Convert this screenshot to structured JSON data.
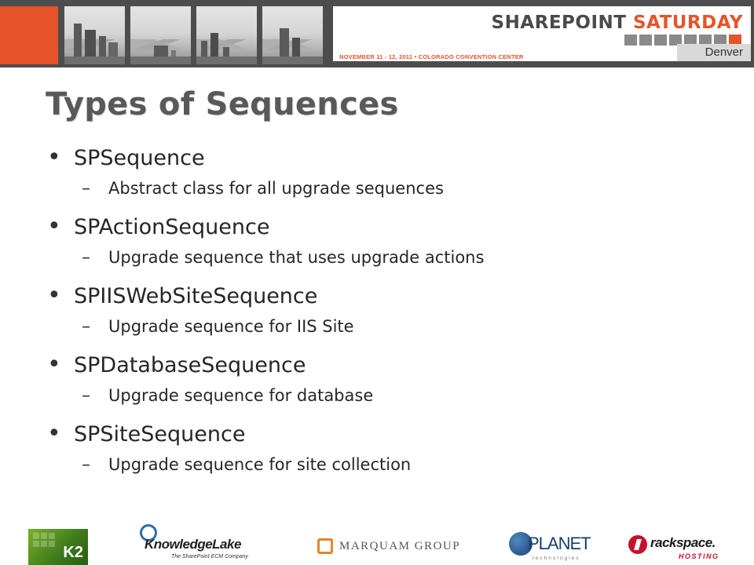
{
  "header": {
    "brand_part1": "SHAREPOINT",
    "brand_part2": "SATURDAY",
    "event_line": "NOVEMBER 11 - 12, 2011  •  COLORADO CONVENTION CENTER",
    "city": "Denver",
    "accent_color": "#e5542a"
  },
  "slide": {
    "title": "Types of Sequences",
    "items": [
      {
        "label": "SPSequence",
        "sub": "Abstract class for all upgrade sequences"
      },
      {
        "label": "SPActionSequence",
        "sub": "Upgrade sequence that uses upgrade actions"
      },
      {
        "label": "SPIISWebSiteSequence",
        "sub": "Upgrade sequence for IIS Site"
      },
      {
        "label": "SPDatabaseSequence",
        "sub": "Upgrade sequence for database"
      },
      {
        "label": "SPSiteSequence",
        "sub": "Upgrade sequence for site collection"
      }
    ],
    "bullet_glyph": "•",
    "dash_glyph": "–"
  },
  "sponsors": {
    "k2": "K2",
    "knowledgelake": "KnowledgeLake",
    "knowledgelake_tagline": "The SharePoint ECM Company",
    "marquam": "MARQUAM GROUP",
    "planet": "PLANET",
    "planet_tagline": "technologies",
    "rackspace": "rackspace.",
    "rackspace_tagline": "HOSTING"
  }
}
